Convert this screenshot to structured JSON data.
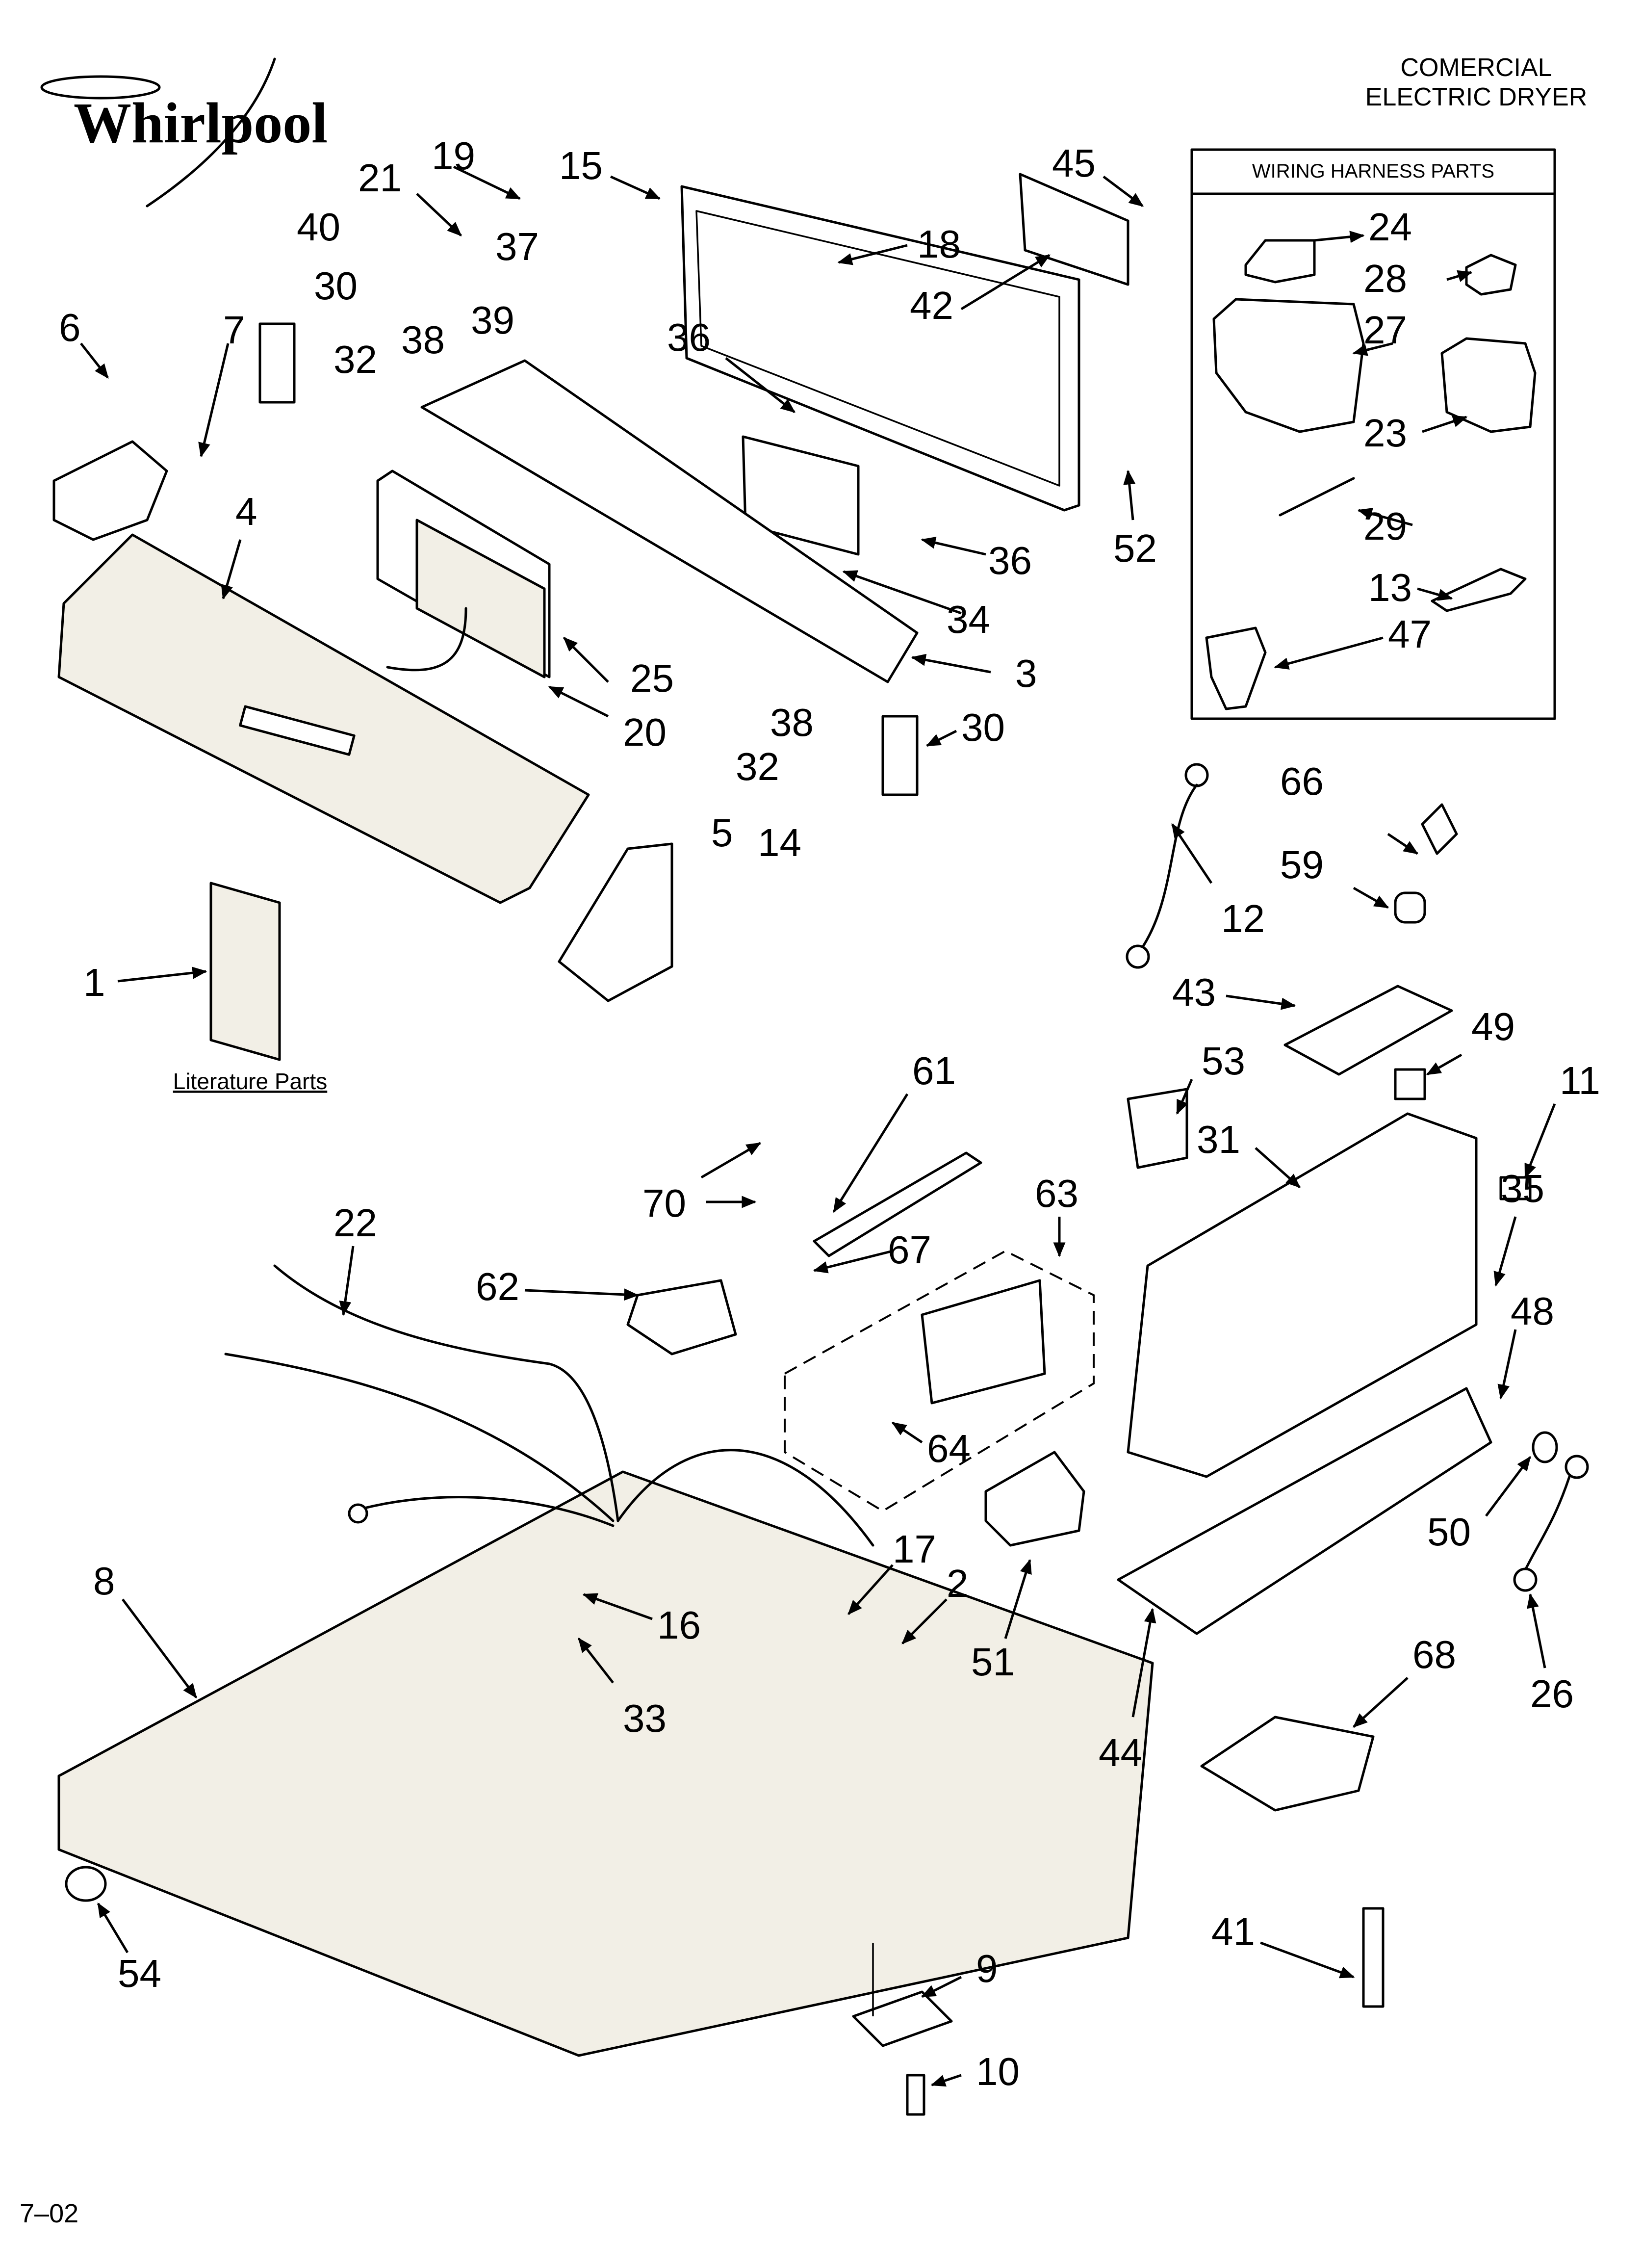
{
  "brand": {
    "name": "Whirlpool"
  },
  "header": {
    "line1": "COMERCIAL",
    "line2": "ELECTRIC DRYER"
  },
  "wiring_box": {
    "title": "WIRING HARNESS PARTS"
  },
  "literature_label": "Literature Parts",
  "footer_code": "7–02",
  "callouts": [
    {
      "id": "c19",
      "label": "19"
    },
    {
      "id": "c21",
      "label": "21"
    },
    {
      "id": "c15",
      "label": "15"
    },
    {
      "id": "c45",
      "label": "45"
    },
    {
      "id": "c40",
      "label": "40"
    },
    {
      "id": "c37",
      "label": "37"
    },
    {
      "id": "c18",
      "label": "18"
    },
    {
      "id": "c42",
      "label": "42"
    },
    {
      "id": "c6",
      "label": "6"
    },
    {
      "id": "c30a",
      "label": "30"
    },
    {
      "id": "c7",
      "label": "7"
    },
    {
      "id": "c39",
      "label": "39"
    },
    {
      "id": "c32a",
      "label": "32"
    },
    {
      "id": "c38a",
      "label": "38"
    },
    {
      "id": "c36a",
      "label": "36"
    },
    {
      "id": "c4",
      "label": "4"
    },
    {
      "id": "c52",
      "label": "52"
    },
    {
      "id": "c36b",
      "label": "36"
    },
    {
      "id": "c34",
      "label": "34"
    },
    {
      "id": "c25",
      "label": "25"
    },
    {
      "id": "c3",
      "label": "3"
    },
    {
      "id": "c20",
      "label": "20"
    },
    {
      "id": "c38b",
      "label": "38"
    },
    {
      "id": "c30b",
      "label": "30"
    },
    {
      "id": "c32b",
      "label": "32"
    },
    {
      "id": "c24",
      "label": "24"
    },
    {
      "id": "c28",
      "label": "28"
    },
    {
      "id": "c27",
      "label": "27"
    },
    {
      "id": "c23",
      "label": "23"
    },
    {
      "id": "c29",
      "label": "29"
    },
    {
      "id": "c13",
      "label": "13"
    },
    {
      "id": "c47",
      "label": "47"
    },
    {
      "id": "c66",
      "label": "66"
    },
    {
      "id": "c5",
      "label": "5"
    },
    {
      "id": "c14",
      "label": "14"
    },
    {
      "id": "c59",
      "label": "59"
    },
    {
      "id": "c12",
      "label": "12"
    },
    {
      "id": "c1",
      "label": "1"
    },
    {
      "id": "c43",
      "label": "43"
    },
    {
      "id": "c49",
      "label": "49"
    },
    {
      "id": "c61",
      "label": "61"
    },
    {
      "id": "c53",
      "label": "53"
    },
    {
      "id": "c11",
      "label": "11"
    },
    {
      "id": "c31",
      "label": "31"
    },
    {
      "id": "c63",
      "label": "63"
    },
    {
      "id": "c70",
      "label": "70"
    },
    {
      "id": "c22",
      "label": "22"
    },
    {
      "id": "c35",
      "label": "35"
    },
    {
      "id": "c67",
      "label": "67"
    },
    {
      "id": "c62",
      "label": "62"
    },
    {
      "id": "c48",
      "label": "48"
    },
    {
      "id": "c64",
      "label": "64"
    },
    {
      "id": "c50",
      "label": "50"
    },
    {
      "id": "c8",
      "label": "8"
    },
    {
      "id": "c17",
      "label": "17"
    },
    {
      "id": "c2",
      "label": "2"
    },
    {
      "id": "c16",
      "label": "16"
    },
    {
      "id": "c51",
      "label": "51"
    },
    {
      "id": "c33",
      "label": "33"
    },
    {
      "id": "c44",
      "label": "44"
    },
    {
      "id": "c26",
      "label": "26"
    },
    {
      "id": "c68",
      "label": "68"
    },
    {
      "id": "c41",
      "label": "41"
    },
    {
      "id": "c54",
      "label": "54"
    },
    {
      "id": "c9",
      "label": "9"
    },
    {
      "id": "c10",
      "label": "10"
    }
  ]
}
